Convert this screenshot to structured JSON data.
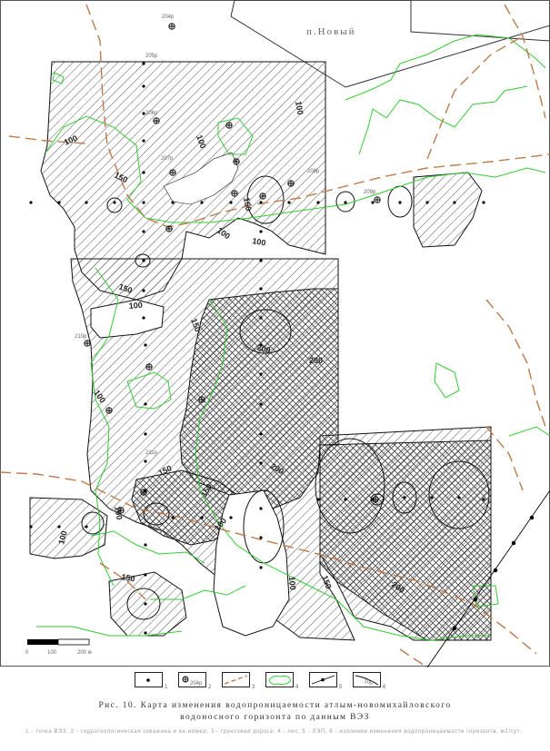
{
  "map": {
    "settlement_label": "п.Новый",
    "contour_labels": [
      "100",
      "150",
      "200"
    ],
    "well_numbers": [
      "204р",
      "205р",
      "206р",
      "207р",
      "208р",
      "209р",
      "210р",
      "211р"
    ],
    "scale_bar": {
      "zero": "0",
      "mid": "100",
      "end": "200 м"
    },
    "colors": {
      "road": "#c07a4a",
      "stream": "#33cc33",
      "isoline": "#000000",
      "powerline": "#000000",
      "hatch": "#444444",
      "background": "#ffffff"
    }
  },
  "legend": {
    "items": [
      {
        "number": "1",
        "symbol": "dot"
      },
      {
        "number": "2",
        "symbol": "circle-cross",
        "sample_text": "204р"
      },
      {
        "number": "3",
        "symbol": "dashed-line"
      },
      {
        "number": "4",
        "symbol": "green-contour"
      },
      {
        "number": "5",
        "symbol": "powerline"
      },
      {
        "number": "6",
        "symbol": "isoline-label",
        "sample_text": "100"
      }
    ]
  },
  "caption": {
    "line1": "Рис. 10. Карта изменения водопроницаемости атлым-новомихайловского",
    "line2": "водоносного горизонта по данным ВЭЗ",
    "note": "1 - точка ВЭЗ; 2 - гидрогеологическая скважина и ее номер; 3 - грунтовая дорога; 4 - лес; 5 - ЛЭП; 6 - изолинии изменения водопроницаемости горизонта, м2/сут."
  }
}
